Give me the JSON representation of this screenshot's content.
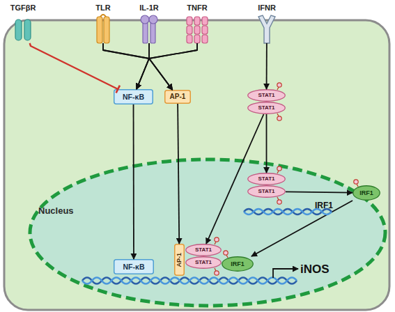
{
  "diagram": {
    "nodes": [
      {
        "text": [
          "TGFβR"
        ]
      },
      {
        "text": [
          "TLR"
        ]
      },
      {
        "text": [
          "IL-1R"
        ]
      },
      {
        "text": [
          "TNFR"
        ]
      },
      {
        "text": [
          "IFNR"
        ]
      },
      {
        "text": [
          "NF-κB"
        ]
      },
      {
        "text": [
          "AP-1"
        ]
      },
      {
        "text": [
          "STAT1"
        ]
      },
      {
        "text": [
          "STAT1"
        ]
      },
      {
        "text": [
          "Nucleus"
        ]
      },
      {
        "text": [
          "STAT1"
        ],
        "in": 9
      },
      {
        "text": [
          "STAT1"
        ],
        "in": 9
      },
      {
        "text": [
          "IRF1"
        ]
      },
      {
        "text": [
          "NF-κB"
        ],
        "in": 9
      },
      {
        "text": [
          "AP-1"
        ],
        "in": 9
      },
      {
        "text": [
          "STAT1"
        ],
        "in": 9
      },
      {
        "text": [
          "STAT1"
        ],
        "in": 9
      },
      {
        "text": [
          "IRF1"
        ],
        "in": 9
      }
    ],
    "edges": [
      {
        "from": 0,
        "to": 5,
        "arrow": "to"
      },
      {
        "from": 1,
        "to": 5,
        "arrow": "to"
      },
      {
        "from": 2,
        "to": 5,
        "arrow": "to"
      },
      {
        "from": 3,
        "to": 5,
        "arrow": "to"
      },
      {
        "from": 1,
        "to": 6,
        "arrow": "to"
      },
      {
        "from": 2,
        "to": 6,
        "arrow": "to"
      },
      {
        "from": 3,
        "to": 6,
        "arrow": "to"
      },
      {
        "from": 4,
        "to": 7,
        "arrow": "to"
      },
      {
        "from": 8,
        "to": 10,
        "arrow": "to"
      },
      {
        "from": 5,
        "to": 13,
        "arrow": "to"
      },
      {
        "from": 6,
        "to": 14,
        "arrow": "to"
      },
      {
        "from": 8,
        "to": 15,
        "arrow": "to"
      },
      {
        "from": 11,
        "to": 12,
        "arrow": "to"
      },
      {
        "from": 12,
        "to": 17,
        "arrow": "to"
      }
    ],
    "labels": [
      "IRF1",
      "iNOS"
    ]
  }
}
